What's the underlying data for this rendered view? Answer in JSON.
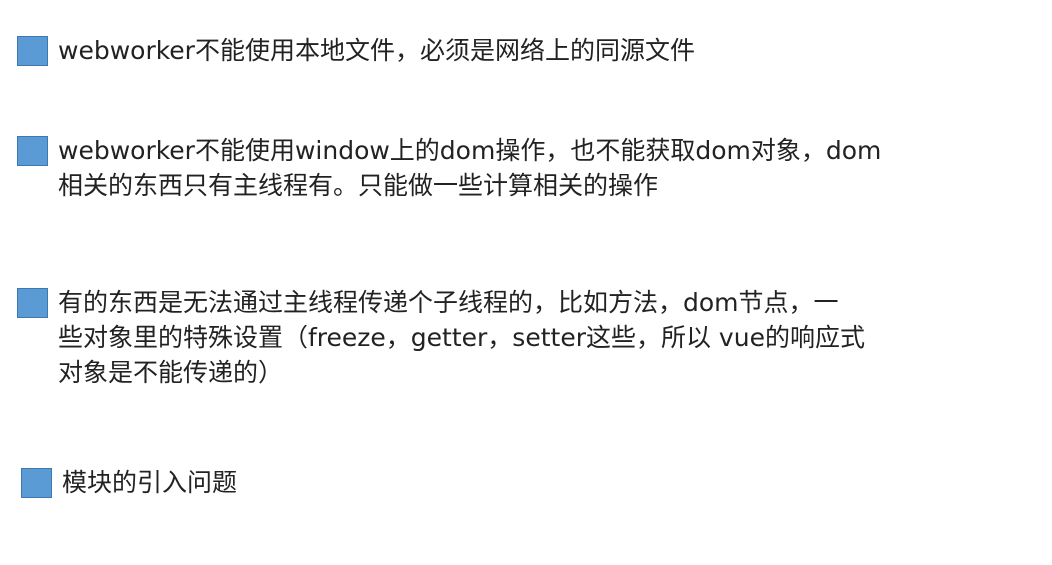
{
  "items": [
    {
      "lines": [
        "webworker不能使用本地文件，必须是网络上的同源文件"
      ]
    },
    {
      "lines": [
        "webworker不能使用window上的dom操作，也不能获取dom对象，dom",
        "相关的东西只有主线程有。只能做一些计算相关的操作"
      ]
    },
    {
      "lines": [
        "有的东西是无法通过主线程传递个子线程的，比如方法，dom节点，一",
        "些对象里的特殊设置（freeze，getter，setter这些，所以 vue的响应式",
        "对象是不能传递的）"
      ]
    },
    {
      "lines": [
        "模块的引入问题"
      ]
    }
  ],
  "colors": {
    "bullet": "#5b9bd5"
  },
  "icons": {
    "bullet": "blue-square-bullet-icon"
  }
}
